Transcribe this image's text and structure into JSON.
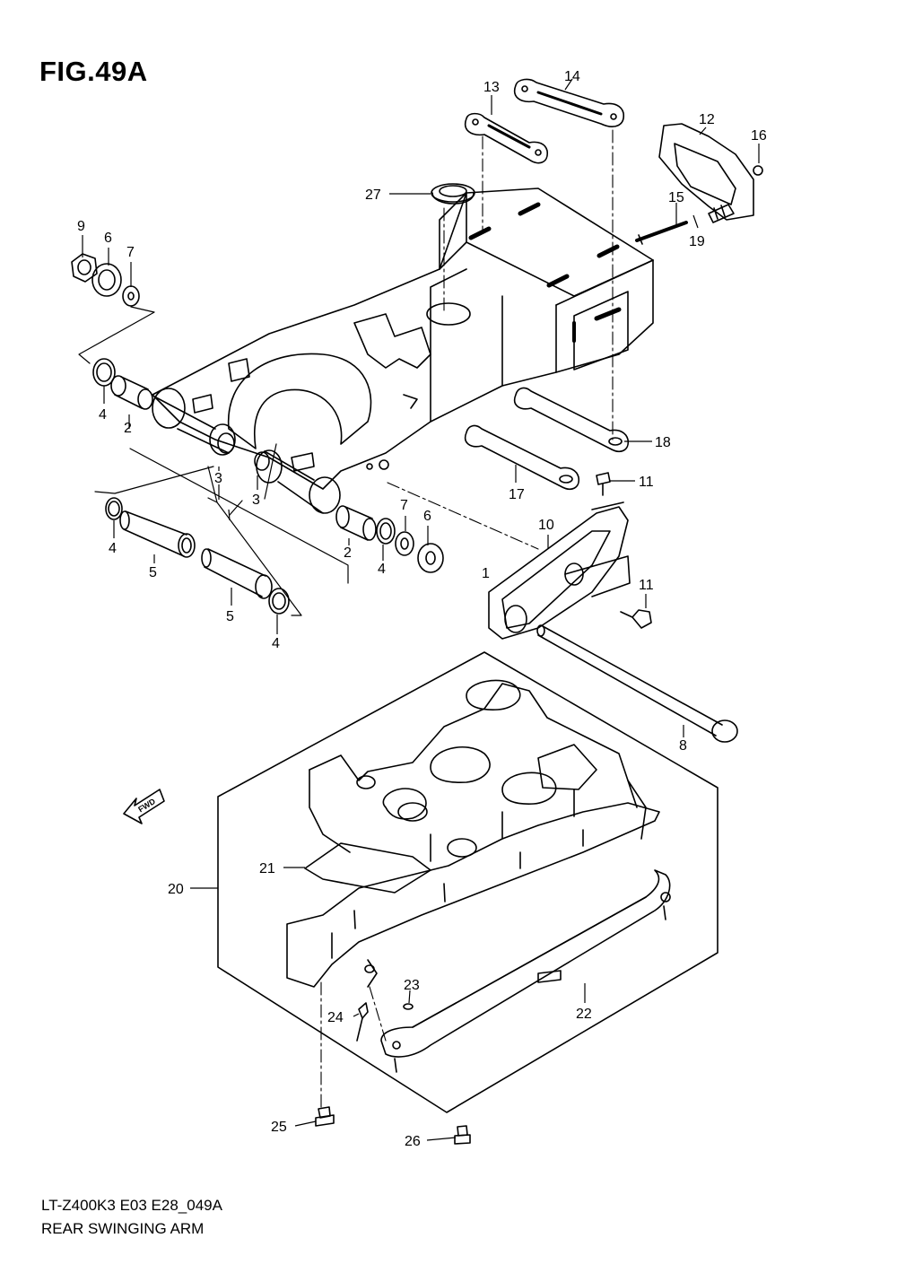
{
  "figure": {
    "title": "FIG.49A",
    "code": "LT-Z400K3 E03 E28_049A",
    "name": "REAR SWINGING ARM"
  },
  "fwd_label": "FWD",
  "callouts": [
    {
      "id": "c1",
      "label": "1"
    },
    {
      "id": "c2a",
      "label": "2"
    },
    {
      "id": "c2b",
      "label": "2"
    },
    {
      "id": "c3a",
      "label": "3"
    },
    {
      "id": "c3b",
      "label": "3"
    },
    {
      "id": "c4a",
      "label": "4"
    },
    {
      "id": "c4b",
      "label": "4"
    },
    {
      "id": "c4c",
      "label": "4"
    },
    {
      "id": "c4d",
      "label": "4"
    },
    {
      "id": "c5a",
      "label": "5"
    },
    {
      "id": "c5b",
      "label": "5"
    },
    {
      "id": "c6a",
      "label": "6"
    },
    {
      "id": "c6b",
      "label": "6"
    },
    {
      "id": "c7a",
      "label": "7"
    },
    {
      "id": "c7b",
      "label": "7"
    },
    {
      "id": "c8",
      "label": "8"
    },
    {
      "id": "c9",
      "label": "9"
    },
    {
      "id": "c10",
      "label": "10"
    },
    {
      "id": "c11a",
      "label": "11"
    },
    {
      "id": "c11b",
      "label": "11"
    },
    {
      "id": "c12",
      "label": "12"
    },
    {
      "id": "c13",
      "label": "13"
    },
    {
      "id": "c14",
      "label": "14"
    },
    {
      "id": "c15",
      "label": "15"
    },
    {
      "id": "c16",
      "label": "16"
    },
    {
      "id": "c17",
      "label": "17"
    },
    {
      "id": "c18",
      "label": "18"
    },
    {
      "id": "c19",
      "label": "19"
    },
    {
      "id": "c20",
      "label": "20"
    },
    {
      "id": "c21",
      "label": "21"
    },
    {
      "id": "c22",
      "label": "22"
    },
    {
      "id": "c23",
      "label": "23"
    },
    {
      "id": "c24",
      "label": "24"
    },
    {
      "id": "c25",
      "label": "25"
    },
    {
      "id": "c26",
      "label": "26"
    },
    {
      "id": "c27",
      "label": "27"
    }
  ]
}
